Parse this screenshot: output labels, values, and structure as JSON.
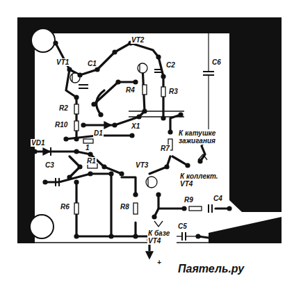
{
  "diagram": {
    "labels": [
      "VT1",
      "C1",
      "VT2",
      "C2",
      "C6",
      "R4",
      "R3",
      "R2",
      "R10",
      "X1",
      "D1",
      "1",
      "R7",
      "К катушке зажигания",
      "VD1",
      "C3",
      "R1",
      "VT3",
      "К коллект. VT4",
      "R6",
      "R8",
      "R9",
      "C4",
      "К базе VT4",
      "C5",
      "+",
      "Паятель.ру"
    ]
  }
}
